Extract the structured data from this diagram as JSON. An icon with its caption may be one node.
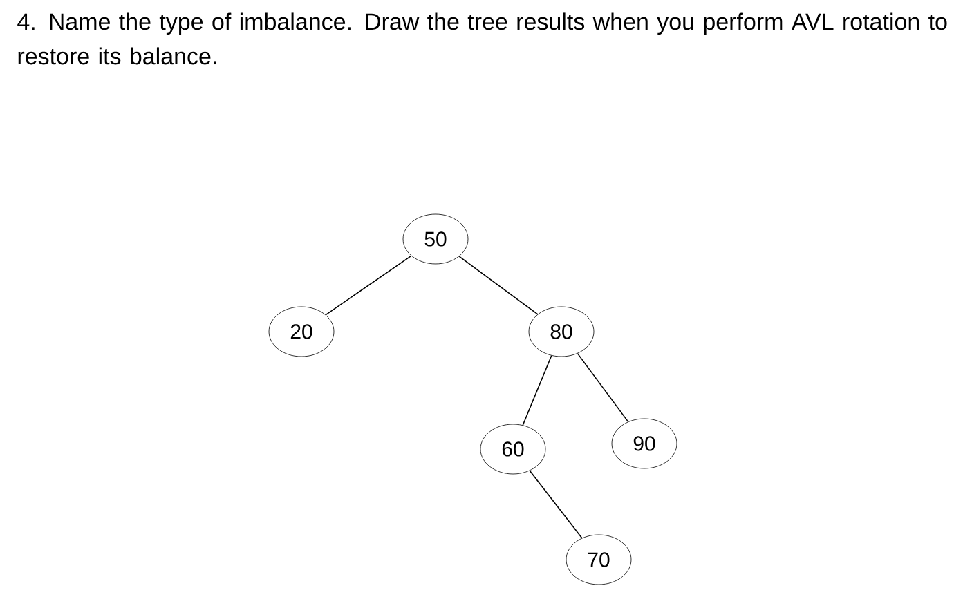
{
  "diagram": {
    "title": "4. Name the type of imbalance. Draw the tree results when you perform AVL rotation to restore its balance.",
    "nodes": [
      {
        "text": [
          "50"
        ]
      },
      {
        "text": [
          "20"
        ]
      },
      {
        "text": [
          "80"
        ]
      },
      {
        "text": [
          "60"
        ]
      },
      {
        "text": [
          "90"
        ]
      },
      {
        "text": [
          "70"
        ]
      }
    ],
    "edges": [
      {
        "from": 0,
        "to": 1,
        "arrow": "none"
      },
      {
        "from": 0,
        "to": 2,
        "arrow": "none"
      },
      {
        "from": 2,
        "to": 3,
        "arrow": "none"
      },
      {
        "from": 2,
        "to": 4,
        "arrow": "none"
      },
      {
        "from": 3,
        "to": 5,
        "arrow": "none"
      }
    ]
  }
}
